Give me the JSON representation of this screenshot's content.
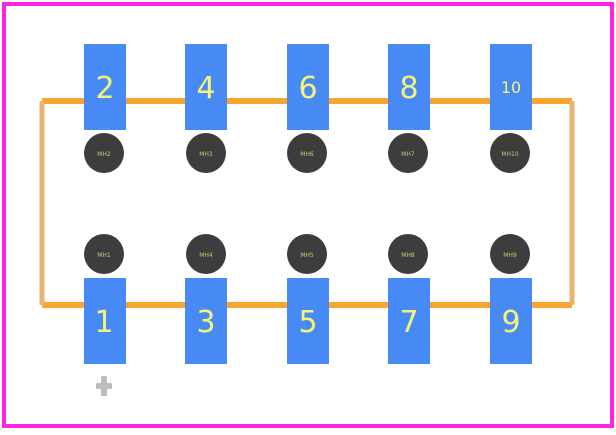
{
  "colors": {
    "background": "#ffffff",
    "border": "#ff26e2",
    "silkscreen": "#f7a52f",
    "silkscreen_side": "#e8b26f",
    "pad": "#478af5",
    "pad_label": "#f4f47a",
    "hole": "#3d3d3d",
    "hole_label": "#c8c874",
    "origin_marker": "#bcbcbc"
  },
  "pads": [
    {
      "label": "2"
    },
    {
      "label": "4"
    },
    {
      "label": "6"
    },
    {
      "label": "8"
    },
    {
      "label": "10"
    },
    {
      "label": "1"
    },
    {
      "label": "3"
    },
    {
      "label": "5"
    },
    {
      "label": "7"
    },
    {
      "label": "9"
    }
  ],
  "holes": [
    {
      "label": "MH2"
    },
    {
      "label": "MH3"
    },
    {
      "label": "MH6"
    },
    {
      "label": "MH7"
    },
    {
      "label": "MH10"
    },
    {
      "label": "MH1"
    },
    {
      "label": "MH4"
    },
    {
      "label": "MH5"
    },
    {
      "label": "MH8"
    },
    {
      "label": "MH9"
    }
  ],
  "origin_marker": {
    "icon": "origin-crosshair-icon"
  }
}
